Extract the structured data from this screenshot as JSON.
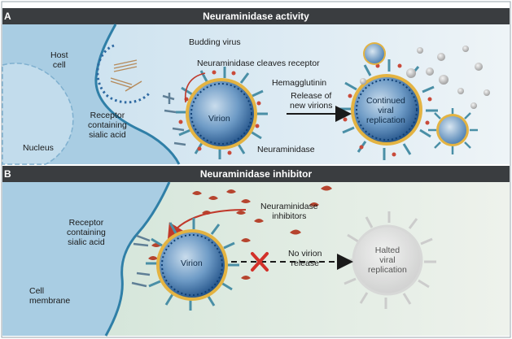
{
  "panel_a": {
    "letter": "A",
    "title": "Neuraminidase activity",
    "host_cell": "Host\ncell",
    "budding_virus": "Budding virus",
    "neuraminidase_cleaves": "Neuraminidase cleaves receptor",
    "hemagglutinin": "Hemagglutinin",
    "receptor": "Receptor\ncontaining\nsialic acid",
    "nucleus": "Nucleus",
    "virion": "Virion",
    "release": "Release of\nnew virions",
    "continued": "Continued\nviral\nreplication",
    "neuraminidase": "Neuraminidase"
  },
  "panel_b": {
    "letter": "B",
    "title": "Neuraminidase inhibitor",
    "inhibitors": "Neuraminidase\ninhibitors",
    "receptor": "Receptor\ncontaining\nsialic acid",
    "virion": "Virion",
    "no_release": "No virion\nrelease",
    "halted": "Halted\nviral\nreplication",
    "cell_membrane": "Cell\nmembrane"
  },
  "colors": {
    "header_bar": "#3a3d40",
    "panel_a_bg": "#d6e7f2",
    "panel_b_bg": "#dfe9e1",
    "cell": "#a9cde3",
    "membrane": "#2f7fa7",
    "virion_core": "#2f6aa2",
    "hemagglutinin": "#4a8fa6",
    "neuraminidase": "#c94a3a",
    "inhibitor": "#b6442e",
    "arrow": "#1a1a1a",
    "x_mark": "#d2312a"
  }
}
